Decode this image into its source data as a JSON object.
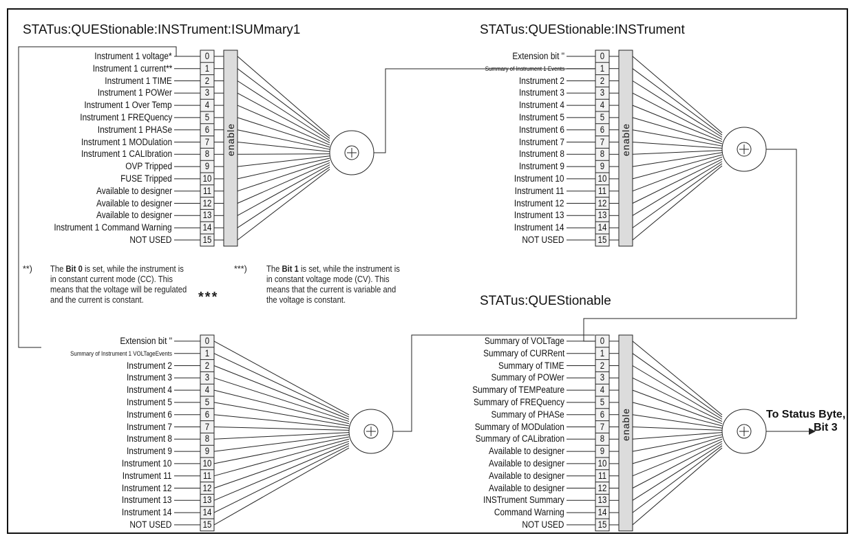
{
  "panels": [
    {
      "id": "A",
      "title": "STATus:QUEStionable:INSTrument:ISUMmary1",
      "rows": [
        "Instrument 1 voltage*",
        "Instrument 1 current**",
        "Instrument 1 TIME",
        "Instrument 1 POWer",
        "Instrument 1 Over Temp",
        "Instrument 1 FREQuency",
        "Instrument 1 PHASe",
        "Instrument 1 MODulation",
        "Instrument 1 CALIbration",
        "OVP Tripped",
        "FUSE Tripped",
        "Available to designer",
        "Available to designer",
        "Available to designer",
        "Instrument 1 Command Warning",
        "NOT USED"
      ],
      "subtext": "",
      "has_enable": true
    },
    {
      "id": "B",
      "title": "STATus:QUEStionable:INSTrument",
      "rows": [
        "Extension bit ''",
        "",
        "Instrument 2",
        "Instrument 3",
        "Instrument 4",
        "Instrument 5",
        "Instrument 6",
        "Instrument 7",
        "Instrument 8",
        "Instrument 9",
        "Instrument 10",
        "Instrument 11",
        "Instrument 12",
        "Instrument 13",
        "Instrument 14",
        "NOT USED"
      ],
      "subtext": "Summary of Instrument 1 Events",
      "has_enable": true
    },
    {
      "id": "C",
      "title": "",
      "rows": [
        "Extension bit ''",
        "",
        "Instrument 2",
        "Instrument 3",
        "Instrument 4",
        "Instrument 5",
        "Instrument 6",
        "Instrument 7",
        "Instrument 8",
        "Instrument 9",
        "Instrument 10",
        "Instrument 11",
        "Instrument 12",
        "Instrument 13",
        "Instrument 14",
        "NOT USED"
      ],
      "subtext": "Summary of Instrument 1 VOLTageEvents",
      "has_enable": false
    },
    {
      "id": "D",
      "title": "STATus:QUEStionable",
      "rows": [
        "Summary of VOLTage",
        "Summary of CURRent",
        "Summary of TIME",
        "Summary of POWer",
        "Summary of TEMPeature",
        "Summary of FREQuency",
        "Summary of PHASe",
        "Summary of MODulation",
        "Summary of CALibration",
        "Available to designer",
        "Available to designer",
        "Available to designer",
        "Available to designer",
        "INSTrument Summary",
        "Command Warning",
        "NOT USED"
      ],
      "subtext": "",
      "has_enable": true
    }
  ],
  "bits": [
    "0",
    "1",
    "2",
    "3",
    "4",
    "5",
    "6",
    "7",
    "8",
    "9",
    "10",
    "11",
    "12",
    "13",
    "14",
    "15"
  ],
  "enable_label": "enable",
  "sum_symbol": "+",
  "notes": {
    "note1_mark": "**)",
    "note1_prefix": "The ",
    "note1_bold": "Bit 0",
    "note1_text": " is set, while the instrument is in constant current mode (CC). This means that the voltage will be regulated and the current is constant.",
    "note2_mark": "***)",
    "note2_prefix": "The ",
    "note2_bold": "Bit 1",
    "note2_text": " is set, while the instrument is in constant voltage mode (CV). This means that the current is variable and the voltage is constant.",
    "stars": "***"
  },
  "output": {
    "line1": "To Status Byte,",
    "line2": "Bit 3"
  }
}
